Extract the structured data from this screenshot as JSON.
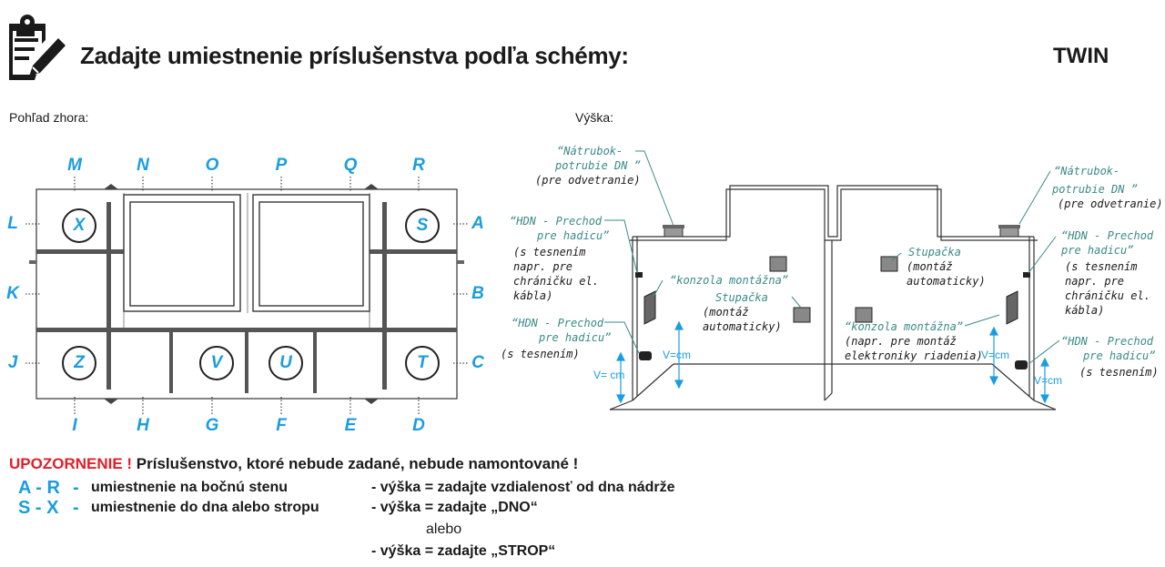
{
  "header": {
    "title": "Zadajte umiestnenie príslušenstva podľa schémy:",
    "model": "TWIN"
  },
  "top_view": {
    "label": "Pohľad zhora:",
    "top_letters": [
      "M",
      "N",
      "O",
      "P",
      "Q",
      "R"
    ],
    "bottom_letters": [
      "I",
      "H",
      "G",
      "F",
      "E",
      "D"
    ],
    "left_letters": [
      "L",
      "K",
      "J"
    ],
    "right_letters": [
      "A",
      "B",
      "C"
    ],
    "circles": [
      "X",
      "S",
      "Z",
      "V",
      "U",
      "T"
    ]
  },
  "height_view": {
    "label": "Výška:",
    "nat_left_1": "“Nátrubok-",
    "nat_left_2": "potrubie DN ”",
    "nat_left_3": "(pre odvetranie)",
    "hdn_left1_1": "“HDN - Prechod",
    "hdn_left1_2": "pre hadicu”",
    "hdn_left1_3": "(s tesnením",
    "hdn_left1_4": "napr. pre",
    "hdn_left1_5": "chráničku el.",
    "hdn_left1_6": "kábla)",
    "konzola_left": "“konzola montážna”",
    "stup_left_1": "Stupačka",
    "stup_left_2": "(montáž",
    "stup_left_3": "automaticky)",
    "hdn_left2_1": "“HDN - Prechod",
    "hdn_left2_2": "pre hadicu”",
    "hdn_left2_3": "(s tesnením)",
    "stup_right_1": "Stupačka",
    "stup_right_2": "(montáž",
    "stup_right_3": "automaticky)",
    "konzola_right_1": "“konzola montážna”",
    "konzola_right_2": "(napr. pre montáž",
    "konzola_right_3": "elektroniky riadenia)",
    "nat_right_1": "“Nátrubok-",
    "nat_right_2": "potrubie DN ”",
    "nat_right_3": "(pre odvetranie)",
    "hdn_right1_1": "“HDN - Prechod",
    "hdn_right1_2": "pre hadicu”",
    "hdn_right1_3": "(s tesnením",
    "hdn_right1_4": "napr. pre",
    "hdn_right1_5": "chráničku el.",
    "hdn_right1_6": "kábla)",
    "hdn_right2_1": "“HDN - Prechod",
    "hdn_right2_2": "pre hadicu”",
    "hdn_right2_3": "(s tesnením)",
    "v_label": "V=cm",
    "v_label_spaced": "V= cm"
  },
  "warning": {
    "prefix": "UPOZORNENIE !",
    "text": "Príslušenstvo, ktoré nebude zadané, nebude namontované !"
  },
  "legend": {
    "row1_code": "A - R",
    "row1_dash": "-",
    "row1_text": "umiestnenie na bočnú stenu",
    "row1_note": "- výška = zadajte vzdialenosť od dna nádrže",
    "row2_code": "S - X",
    "row2_dash": "-",
    "row2_text": "umiestnenie do dna alebo stropu",
    "row2_note": "- výška = zadajte „DNO“",
    "row2_or": "alebo",
    "row3_note": "- výška = zadajte „STROP“"
  },
  "colors": {
    "accent_blue": "#1a9de0",
    "warning_red": "#e0202a",
    "annotation_teal": "#3a8a88"
  }
}
